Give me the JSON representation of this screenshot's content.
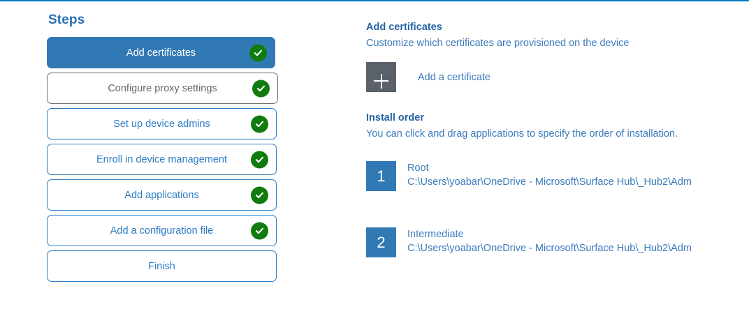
{
  "accent": {
    "top_rule": "#0078bf",
    "primary_blue": "#3179b5",
    "link_blue": "#2b7cc4",
    "heading_blue": "#2564a5",
    "text_blue": "#3b7bbd",
    "success_green": "#107c10",
    "tile_gray": "#5a6169",
    "hover_gray": "#6e6e6e"
  },
  "steps": {
    "title": "Steps",
    "items": [
      {
        "label": "Add certificates",
        "state": "active",
        "completed": true
      },
      {
        "label": "Configure proxy settings",
        "state": "hover",
        "completed": true
      },
      {
        "label": "Set up device admins",
        "state": "normal",
        "completed": true
      },
      {
        "label": "Enroll in device management",
        "state": "normal",
        "completed": true
      },
      {
        "label": "Add applications",
        "state": "normal",
        "completed": true
      },
      {
        "label": "Add a configuration file",
        "state": "normal",
        "completed": true
      },
      {
        "label": "Finish",
        "state": "normal",
        "completed": false
      }
    ]
  },
  "detail": {
    "certificates": {
      "heading": "Add certificates",
      "subtitle": "Customize which certificates are provisioned on the device",
      "add_label": "Add a certificate",
      "add_icon": "plus-icon"
    },
    "install_order": {
      "heading": "Install order",
      "subtitle": "You can click and drag applications to specify the order of installation.",
      "items": [
        {
          "number": "1",
          "name": "Root",
          "path": "C:\\Users\\yoabar\\OneDrive - Microsoft\\Surface Hub\\_Hub2\\Adm"
        },
        {
          "number": "2",
          "name": "Intermediate",
          "path": "C:\\Users\\yoabar\\OneDrive - Microsoft\\Surface Hub\\_Hub2\\Adm"
        }
      ]
    }
  }
}
